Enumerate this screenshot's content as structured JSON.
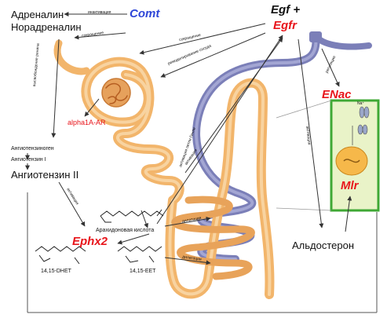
{
  "labels": {
    "adrenaline": "Адреналин",
    "noradrenaline": "Норадреналин",
    "comt": "Comt",
    "egf": "Egf +",
    "egfr": "Egfr",
    "enac": "ENac",
    "mlr": "Mlr",
    "alpha1a": "alpha1A-AR",
    "angiotensinogen": "Ангиотензиноген",
    "angiotensin1": "Ангиотензин I",
    "angiotensin2": "Ангиотензин II",
    "arachidonic": "Арахидоновая кислота",
    "ephx2": "Ephx2",
    "dhet": "14,15-DHET",
    "eet": "14,15-EET",
    "aldosterone": "Альдостерон",
    "na": "Na⁺"
  },
  "arrow_labels": {
    "inactivation": "инактивация",
    "contraction1": "сокращение",
    "contraction2": "сокращение",
    "vasoconstriction": "ремоделирование сосуда",
    "renin_release": "высвобождение ренина",
    "activation1": "активация",
    "activation2": "активация",
    "activation3": "активация",
    "regulation": "регуляция",
    "loop_activation": "активация петли Генле",
    "dilation1": "дилатация",
    "dilation2": "дилатация"
  },
  "colors": {
    "gene_red": "#e8151b",
    "gene_blue": "#2f47d8",
    "tubule": "#f2b56b",
    "vessel": "#7b7fb8",
    "cell_border": "#3fa834",
    "cell_fill": "#e9f3c8"
  }
}
